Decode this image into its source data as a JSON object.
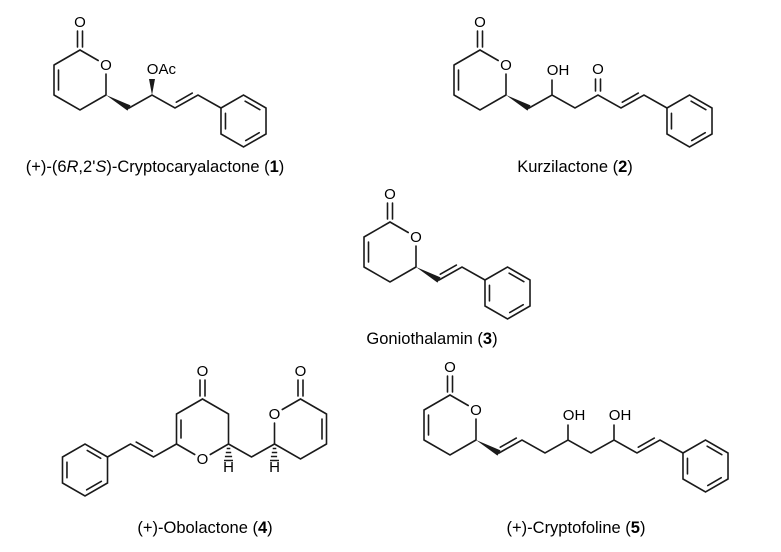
{
  "labels": {
    "oxygen": "O",
    "hydroxyl": "OH",
    "acetate": "OAc",
    "hydrogen": "H"
  },
  "compounds": [
    {
      "id": "1",
      "caption": {
        "p1": "(+)-(6",
        "stereo1": "R",
        "p2": ",2'",
        "stereo2": "S",
        "p3": ")-Cryptocaryalactone (",
        "num": "1",
        "p4": ")"
      }
    },
    {
      "id": "2",
      "caption": {
        "p1": "Kurzilactone (",
        "num": "2",
        "p2": ")"
      }
    },
    {
      "id": "3",
      "caption": {
        "p1": "Goniothalamin (",
        "num": "3",
        "p2": ")"
      }
    },
    {
      "id": "4",
      "caption": {
        "p1": "(+)-Obolactone (",
        "num": "4",
        "p2": ")"
      }
    },
    {
      "id": "5",
      "caption": {
        "p1": "(+)-Cryptofoline (",
        "num": "5",
        "p2": ")"
      }
    }
  ]
}
